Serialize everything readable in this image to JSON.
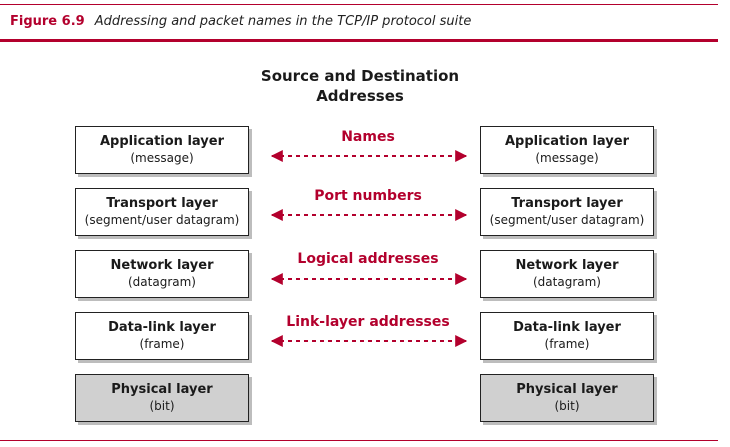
{
  "figure": {
    "number": "Figure 6.9",
    "caption": "Addressing and packet names in the TCP/IP protocol suite"
  },
  "diagram": {
    "heading_line1": "Source and Destination",
    "heading_line2": "Addresses",
    "layers": [
      {
        "name": "Application layer",
        "unit": "(message)",
        "address": "Names"
      },
      {
        "name": "Transport layer",
        "unit": "(segment/user datagram)",
        "address": "Port numbers"
      },
      {
        "name": "Network layer",
        "unit": "(datagram)",
        "address": "Logical addresses"
      },
      {
        "name": "Data-link layer",
        "unit": "(frame)",
        "address": "Link-layer addresses"
      },
      {
        "name": "Physical layer",
        "unit": "(bit)",
        "address": ""
      }
    ]
  },
  "colors": {
    "accent": "#b3002d",
    "physical_fill": "#d0d0d0"
  }
}
